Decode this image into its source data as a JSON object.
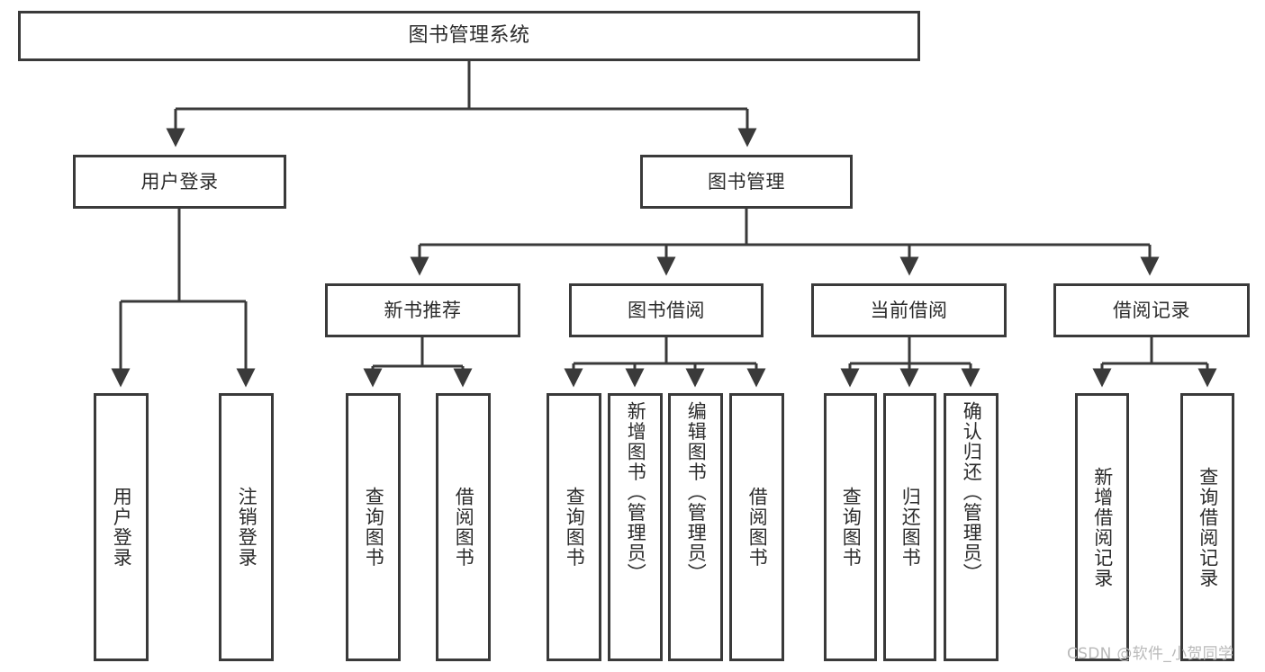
{
  "diagram": {
    "title": "图书管理系统",
    "type": "hierarchy-tree",
    "watermark": "CSDN @软件_小贺同学",
    "colors": {
      "stroke": "#3a3a3a",
      "text": "#2b2b2b",
      "background": "#ffffff",
      "watermark": "#b9b9b9"
    },
    "nodes": {
      "root": {
        "label": "图书管理系统"
      },
      "level2": [
        {
          "label": "用户登录"
        },
        {
          "label": "图书管理"
        }
      ],
      "level3": [
        {
          "label": "新书推荐"
        },
        {
          "label": "图书借阅"
        },
        {
          "label": "当前借阅"
        },
        {
          "label": "借阅记录"
        }
      ],
      "leaves_user_login": [
        {
          "label": "用户登录"
        },
        {
          "label": "注销登录"
        }
      ],
      "leaves_new_book": [
        {
          "label": "查询图书"
        },
        {
          "label": "借阅图书"
        }
      ],
      "leaves_borrow": [
        {
          "label": "查询图书"
        },
        {
          "label": "新增图书（管理员）"
        },
        {
          "label": "编辑图书（管理员）"
        },
        {
          "label": "借阅图书"
        }
      ],
      "leaves_current": [
        {
          "label": "查询图书"
        },
        {
          "label": "归还图书"
        },
        {
          "label": "确认归还（管理员）"
        }
      ],
      "leaves_records": [
        {
          "label": "新增借阅记录"
        },
        {
          "label": "查询借阅记录"
        }
      ]
    }
  }
}
